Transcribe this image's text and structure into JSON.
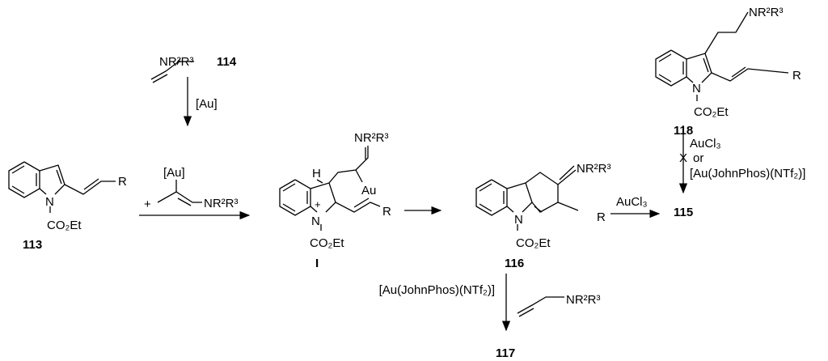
{
  "reagent_114": {
    "group": "NR²R³",
    "label": "114"
  },
  "step1": {
    "catalyst": "[Au]"
  },
  "compound_113": {
    "R": "R",
    "N": "N",
    "ester": "CO₂Et",
    "label": "113"
  },
  "step2": {
    "plus": "+",
    "metal": "[Au]",
    "group": "NR²R³"
  },
  "intermediate_I": {
    "H": "H",
    "group": "NR²R³",
    "metal": "Au",
    "N": "N",
    "charge": "+",
    "R": "R",
    "ester": "CO₂Et",
    "label": "I"
  },
  "compound_116": {
    "group": "NR²R³",
    "R": "R",
    "N": "N",
    "ester": "CO₂Et",
    "label": "116"
  },
  "step_to_115": {
    "reagent": "AuCl₃",
    "product": "115"
  },
  "compound_118": {
    "group": "NR²R³",
    "R": "R",
    "N": "N",
    "ester": "CO₂Et",
    "label": "118"
  },
  "step_118": {
    "reagent1": "AuCl₃",
    "cross": "X",
    "or": "or",
    "reagent2": "[Au(JohnPhos)(NTf₂)]"
  },
  "step_117": {
    "catalyst": "[Au(JohnPhos)(NTf₂)]",
    "group": "NR²R³",
    "product": "117"
  }
}
